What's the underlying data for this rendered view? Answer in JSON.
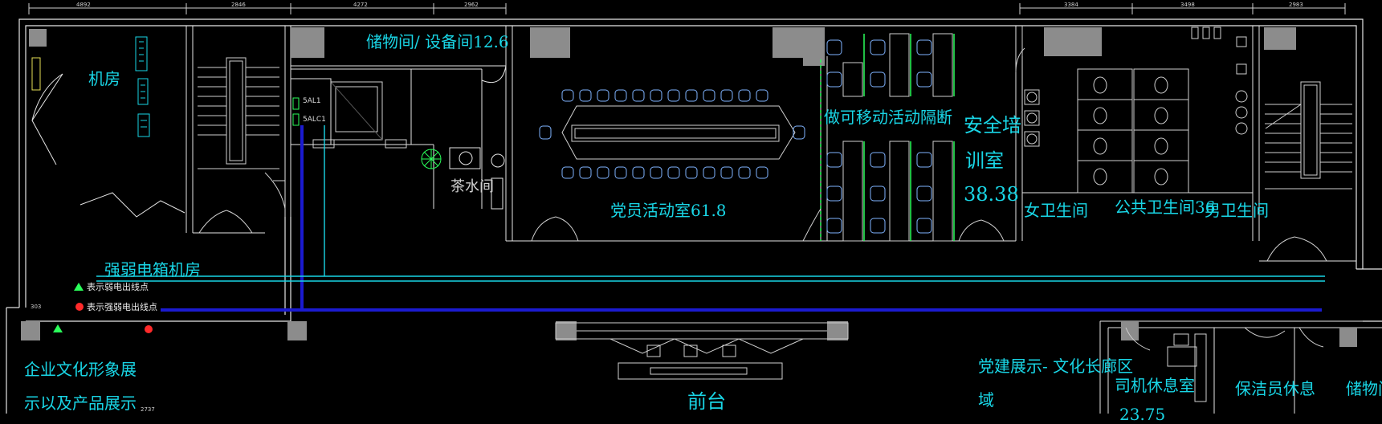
{
  "rooms": {
    "machine_room": "机房",
    "storage_equipment": "储物间/ 设备间12.6",
    "tea_room": "茶水间",
    "party_activity": "党员活动室61.8",
    "movable_partition": "做可移动活动隔断",
    "safety_training_line1": "安全培",
    "safety_training_line2": "训室",
    "safety_training_area": "38.38",
    "women_wc": "女卫生间",
    "public_wc": "公共卫生间36",
    "men_wc": "男卫生间",
    "electric_room": "强弱电箱机房",
    "corporate_line1": "企业文化形象展",
    "corporate_line2": "示以及产品展示",
    "front_desk": "前台",
    "party_gallery_line1": "党建展示- 文化长廊区",
    "party_gallery_line2": "域",
    "driver_lounge": "司机休息室",
    "driver_area": "23.75",
    "cleaner_lounge": "保洁员休息",
    "storage_right": "储物间"
  },
  "legend": {
    "weak": "表示弱电出线点",
    "strong": "表示强弱电出线点"
  },
  "panel_labels": {
    "p1": "5AL1",
    "p2": "5ALC1"
  },
  "dimensions": [
    "4892",
    "2846",
    "4272",
    "2962",
    "3384",
    "3498",
    "2983",
    "303",
    "2737"
  ],
  "colors": {
    "background": "#000000",
    "walls": "#ffffff",
    "room_text": "#19d6e6",
    "chairs": "#7fb3ff",
    "partition": "#2aff5a",
    "strong_cable": "#1b1bd0",
    "weak_cable": "#19d6e6",
    "column": "#8c8c8c"
  }
}
